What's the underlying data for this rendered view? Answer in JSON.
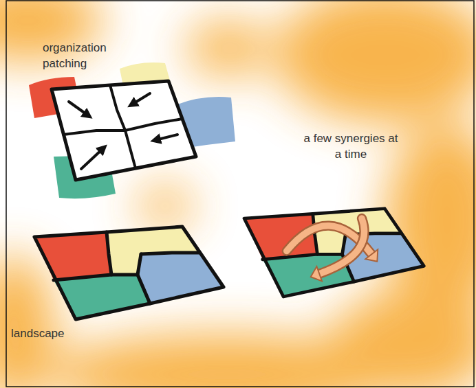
{
  "diagram": {
    "labels": [
      "organization patching",
      "a few synergies at a time",
      "landscape"
    ]
  }
}
